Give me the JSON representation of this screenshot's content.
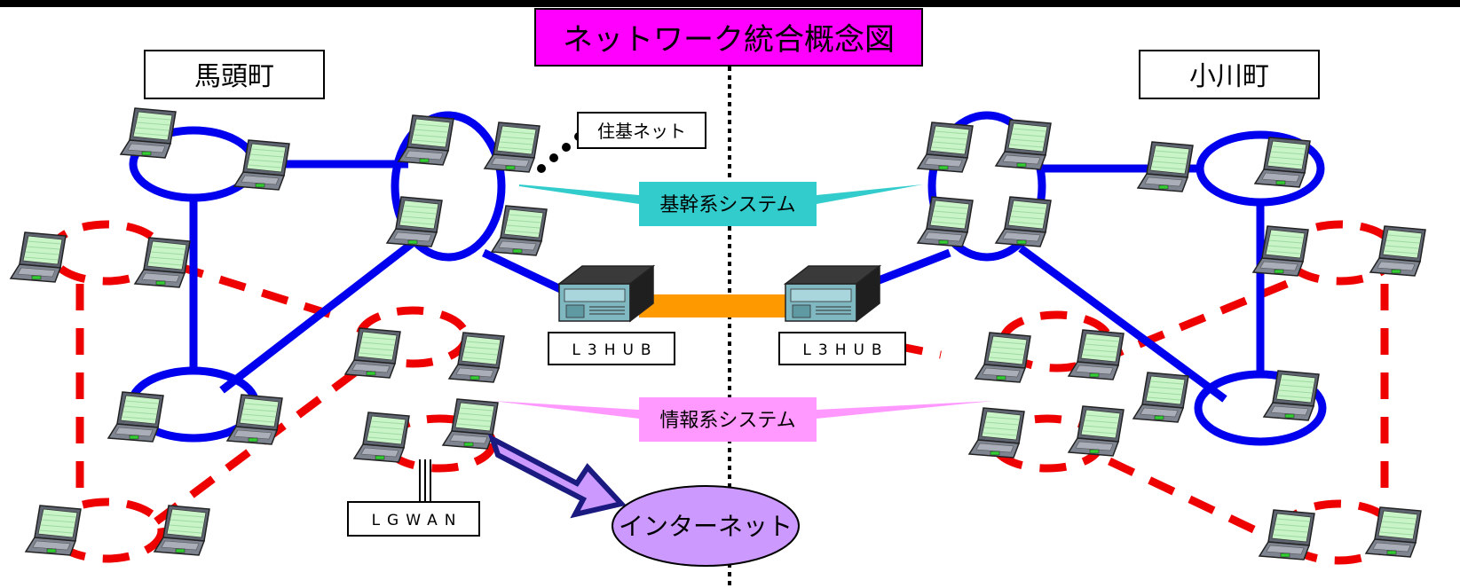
{
  "title": "ネットワーク統合概念図",
  "left_town": "馬頭町",
  "right_town": "小川町",
  "juki_label": "住基ネット",
  "core_system": "基幹系システム",
  "info_system": "情報系システム",
  "l3hub_left": "L3HUB",
  "l3hub_right": "L3HUB",
  "lgwan": "LGWAN",
  "internet": "インターネット",
  "colors": {
    "core_network": "#0000ee",
    "info_network": "#ee0000",
    "inter_link": "#ff9900",
    "title_bg": "#ff00ff",
    "core_callout": "#33cccc",
    "info_callout": "#ff99ff",
    "internet_fill": "#cc99ff",
    "arrow_fill": "#cc99ff",
    "arrow_stroke": "#1a1a80"
  },
  "icons": {
    "pc": "laptop-icon",
    "server": "server-icon"
  }
}
